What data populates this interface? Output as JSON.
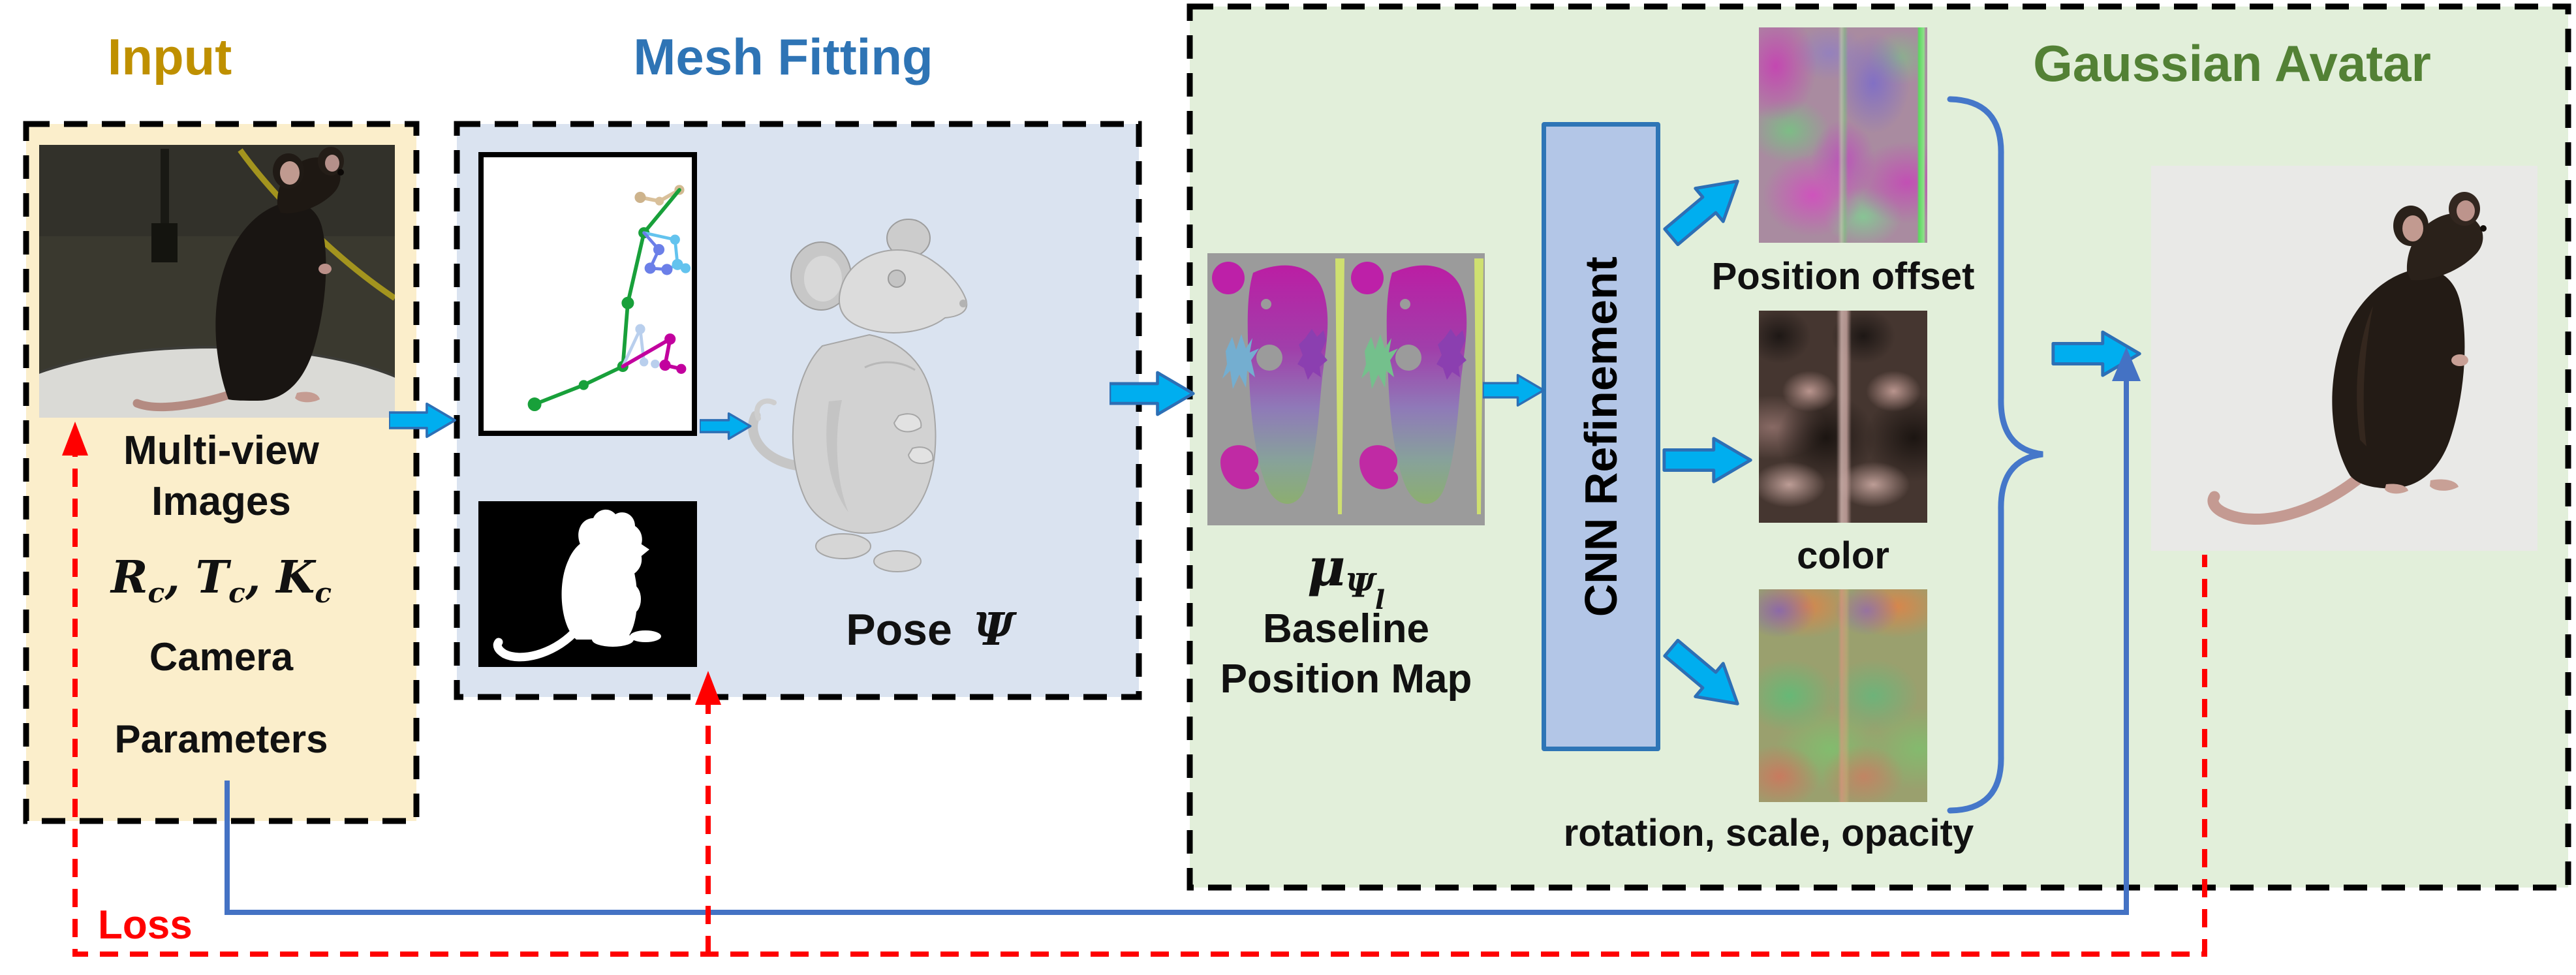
{
  "figure": {
    "input": {
      "title": "Input",
      "line1": "Multi-view",
      "line2": "Images",
      "math": [
        {
          "base": "R",
          "sub": "c"
        },
        {
          "base": "T",
          "sub": "c"
        },
        {
          "base": "K",
          "sub": "c"
        }
      ],
      "math_sep": ", ",
      "caption_line1": "Camera",
      "caption_line2": "Parameters"
    },
    "mesh_fitting": {
      "title": "Mesh Fitting",
      "pose_label": "Pose",
      "pose_symbol": "Ψ"
    },
    "gaussian_avatar": {
      "title": "Gaussian Avatar",
      "cnn_label": "CNN Refinement",
      "mu": {
        "base": "μ",
        "sub": "Ψ",
        "subsub": "l"
      },
      "baseline_line1": "Baseline",
      "baseline_line2": "Position Map",
      "outputs": {
        "position_offset": "Position offset",
        "color": "color",
        "rotation_scale_opacity": "rotation, scale, opacity"
      }
    },
    "loss": {
      "label": "Loss"
    },
    "colors": {
      "input_accent": "#BF9000",
      "mesh_accent": "#2E74B5",
      "avatar_accent": "#538135",
      "input_bg": "#FBEECB",
      "mesh_bg": "#DAE3F0",
      "avatar_bg": "#E2EFDA",
      "arrow_fill": "#00AEEF",
      "arrow_stroke": "#2D6FB5",
      "loss_blue": "#4472C4",
      "loss_red": "#FF0000"
    }
  }
}
